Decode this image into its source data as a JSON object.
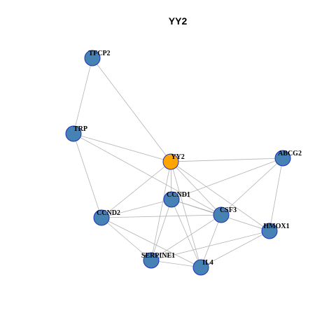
{
  "title": "YY2",
  "colors": {
    "hub": "#FFA500",
    "node": "#4682B4",
    "node_border": "#1f2fbf",
    "edge": "#b3b3b3"
  },
  "nodes": [
    {
      "id": "TFCP2",
      "label": "TFCP2",
      "hub": false
    },
    {
      "id": "TRP",
      "label": "TRP",
      "hub": false
    },
    {
      "id": "YY2",
      "label": "YY2",
      "hub": true
    },
    {
      "id": "ABCG2",
      "label": "ABCG2",
      "hub": false
    },
    {
      "id": "CCND1",
      "label": "CCND1",
      "hub": false
    },
    {
      "id": "CCND2",
      "label": "CCND2",
      "hub": false
    },
    {
      "id": "CSF3",
      "label": "CSF3",
      "hub": false
    },
    {
      "id": "HMOX1",
      "label": "HMOX1",
      "hub": false
    },
    {
      "id": "SERPINE1",
      "label": "SERPINE1",
      "hub": false
    },
    {
      "id": "IL4",
      "label": "IL4",
      "hub": false
    }
  ],
  "edges": [
    [
      "TFCP2",
      "TRP"
    ],
    [
      "TFCP2",
      "YY2"
    ],
    [
      "TRP",
      "YY2"
    ],
    [
      "TRP",
      "CCND2"
    ],
    [
      "TRP",
      "CSF3"
    ],
    [
      "YY2",
      "ABCG2"
    ],
    [
      "YY2",
      "CCND1"
    ],
    [
      "YY2",
      "CCND2"
    ],
    [
      "YY2",
      "CSF3"
    ],
    [
      "YY2",
      "HMOX1"
    ],
    [
      "YY2",
      "SERPINE1"
    ],
    [
      "YY2",
      "IL4"
    ],
    [
      "ABCG2",
      "CCND1"
    ],
    [
      "ABCG2",
      "CSF3"
    ],
    [
      "ABCG2",
      "HMOX1"
    ],
    [
      "CCND1",
      "CCND2"
    ],
    [
      "CCND1",
      "CSF3"
    ],
    [
      "CCND1",
      "HMOX1"
    ],
    [
      "CCND1",
      "SERPINE1"
    ],
    [
      "CCND1",
      "IL4"
    ],
    [
      "CCND2",
      "CSF3"
    ],
    [
      "CCND2",
      "SERPINE1"
    ],
    [
      "CCND2",
      "IL4"
    ],
    [
      "CSF3",
      "SERPINE1"
    ],
    [
      "CSF3",
      "IL4"
    ],
    [
      "HMOX1",
      "SERPINE1"
    ],
    [
      "HMOX1",
      "IL4"
    ],
    [
      "SERPINE1",
      "IL4"
    ]
  ]
}
